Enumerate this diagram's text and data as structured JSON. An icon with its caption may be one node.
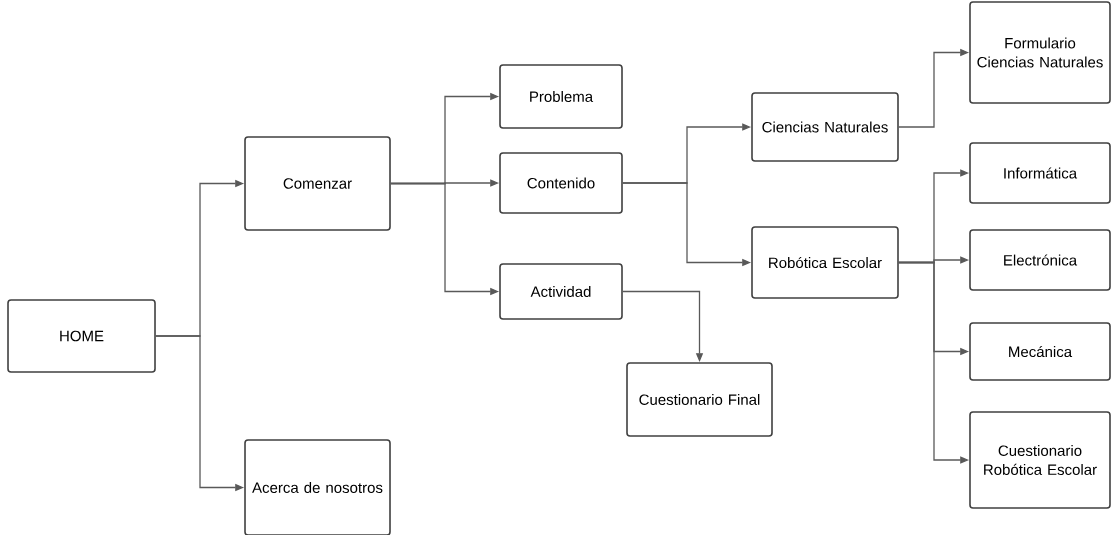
{
  "diagram": {
    "nodes": [
      {
        "text": [
          "HOME"
        ]
      },
      {
        "text": [
          "Comenzar"
        ]
      },
      {
        "text": [
          "Acerca de nosotros"
        ]
      },
      {
        "text": [
          "Problema"
        ]
      },
      {
        "text": [
          "Contenido"
        ]
      },
      {
        "text": [
          "Actividad"
        ]
      },
      {
        "text": [
          "Cuestionario Final"
        ]
      },
      {
        "text": [
          "Ciencias Naturales"
        ]
      },
      {
        "text": [
          "Robótica Escolar"
        ]
      },
      {
        "text": [
          "Formulario Ciencias Naturales"
        ]
      },
      {
        "text": [
          "Informática"
        ]
      },
      {
        "text": [
          "Electrónica"
        ]
      },
      {
        "text": [
          "Mecánica"
        ]
      },
      {
        "text": [
          "Cuestionario Robótica Escolar"
        ]
      }
    ],
    "edges": [
      {
        "from": 0,
        "to": 1,
        "arrow": "to"
      },
      {
        "from": 0,
        "to": 2,
        "arrow": "to"
      },
      {
        "from": 1,
        "to": 3,
        "arrow": "to"
      },
      {
        "from": 1,
        "to": 4,
        "arrow": "to"
      },
      {
        "from": 1,
        "to": 5,
        "arrow": "to"
      },
      {
        "from": 5,
        "to": 6,
        "arrow": "to"
      },
      {
        "from": 4,
        "to": 7,
        "arrow": "to"
      },
      {
        "from": 4,
        "to": 8,
        "arrow": "to"
      },
      {
        "from": 7,
        "to": 9,
        "arrow": "to"
      },
      {
        "from": 8,
        "to": 10,
        "arrow": "to"
      },
      {
        "from": 8,
        "to": 11,
        "arrow": "to"
      },
      {
        "from": 8,
        "to": 12,
        "arrow": "to"
      },
      {
        "from": 8,
        "to": 13,
        "arrow": "to"
      }
    ]
  }
}
